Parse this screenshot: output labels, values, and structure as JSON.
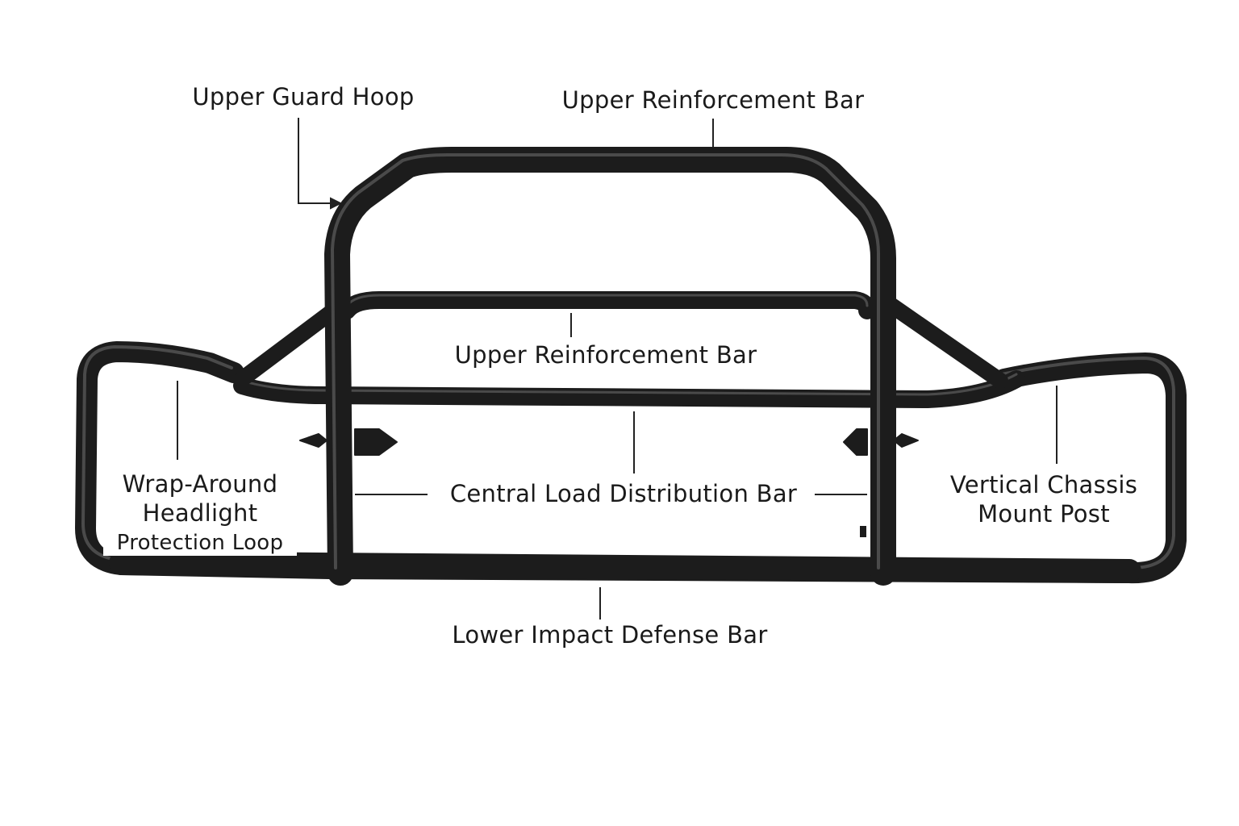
{
  "diagram": {
    "labels": {
      "upper_guard_hoop": "Upper Guard Hoop",
      "upper_reinforcement_bar_top": "Upper Reinforcement Bar",
      "upper_reinforcement_bar_middle": "Upper Reinforcement Bar",
      "wrap_around_headlight_line1": "Wrap-Around",
      "wrap_around_headlight_line2": "Headlight",
      "wrap_around_headlight_line3": "Protection Loop",
      "central_load_distribution_bar": "Central Load Distribution Bar",
      "vertical_chassis_mount_post_line1": "Vertical Chassis",
      "vertical_chassis_mount_post_line2": "Mount Post",
      "lower_impact_defense_bar": "Lower Impact Defense Bar"
    },
    "colors": {
      "tube": "#1c1c1c",
      "tube_highlight": "#4a4a4a",
      "leader": "#222222",
      "background": "#ffffff"
    }
  }
}
